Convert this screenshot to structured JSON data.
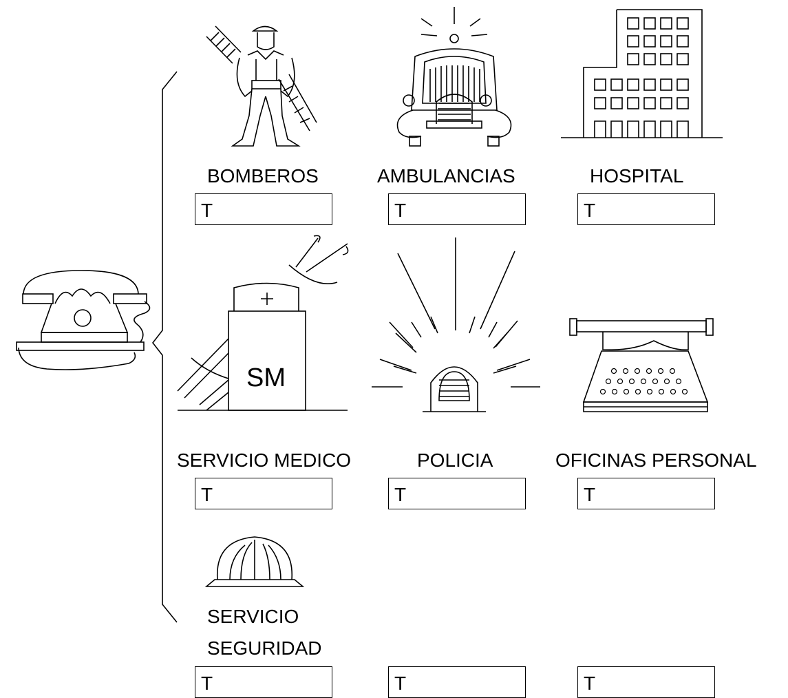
{
  "services": [
    {
      "label": "BOMBEROS",
      "field_value": "T",
      "icon": "firefighter-icon"
    },
    {
      "label": "AMBULANCIAS",
      "field_value": "T",
      "icon": "ambulance-icon"
    },
    {
      "label": "HOSPITAL",
      "field_value": "T",
      "icon": "hospital-icon"
    },
    {
      "label": "SERVICIO MEDICO",
      "field_value": "T",
      "icon": "medical-kit-icon",
      "icon_text": "SM"
    },
    {
      "label": "POLICIA",
      "field_value": "T",
      "icon": "police-siren-icon"
    },
    {
      "label": "OFICINAS PERSONAL",
      "field_value": "T",
      "icon": "typewriter-icon"
    },
    {
      "label_lines": [
        "SERVICIO",
        "SEGURIDAD"
      ],
      "field_value": "T",
      "icon": "safety-helmet-icon"
    }
  ],
  "extra_fields": [
    "T",
    "T"
  ],
  "root_icon": "telephone-icon"
}
